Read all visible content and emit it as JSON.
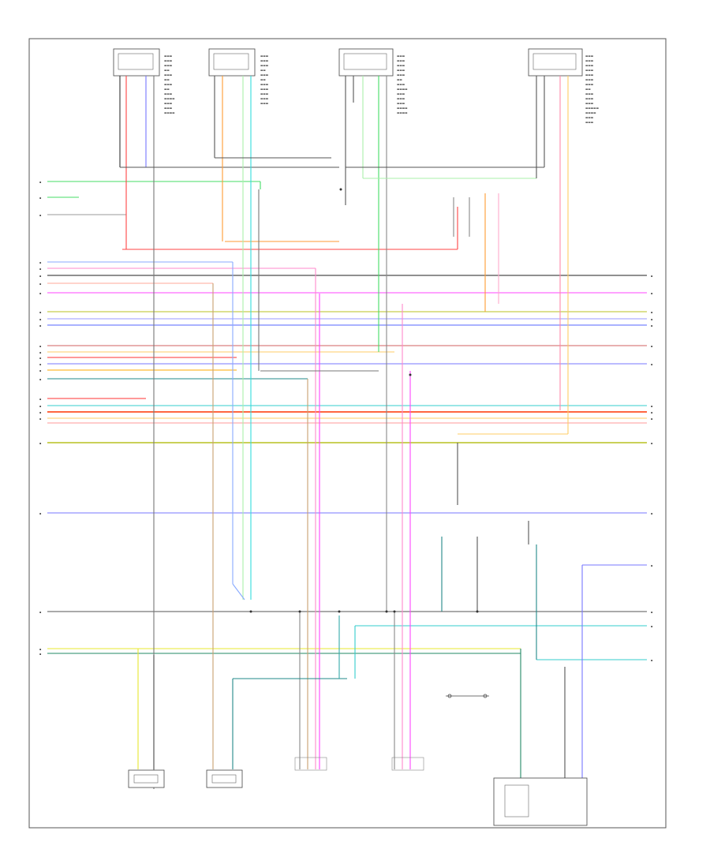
{
  "diagram": {
    "id_code": "",
    "wire_colors": {
      "black": "#222222",
      "gray": "#9a9a9a",
      "orange": "#ff9a33",
      "tan": "#c8a070",
      "green": "#44dd66",
      "lightgreen": "#aaf0aa",
      "cyan": "#33dddd",
      "blue": "#5566ff",
      "lightblue": "#9999ff",
      "red": "#ff3333",
      "pink": "#ff88cc",
      "magenta": "#ff44ff",
      "yellow": "#e8e830",
      "olive": "#b8c020",
      "brownred": "#d06060",
      "teal": "#228888"
    },
    "top_components": [
      {
        "name": "sensor-top-1"
      },
      {
        "name": "sensor-top-2"
      },
      {
        "name": "sensor-top-3"
      },
      {
        "name": "sensor-top-4"
      }
    ],
    "bottom_components": [
      {
        "name": "bottom-component-1"
      },
      {
        "name": "bottom-component-2"
      },
      {
        "name": "bottom-component-3"
      },
      {
        "name": "bottom-component-4"
      },
      {
        "name": "bottom-component-5"
      }
    ]
  }
}
